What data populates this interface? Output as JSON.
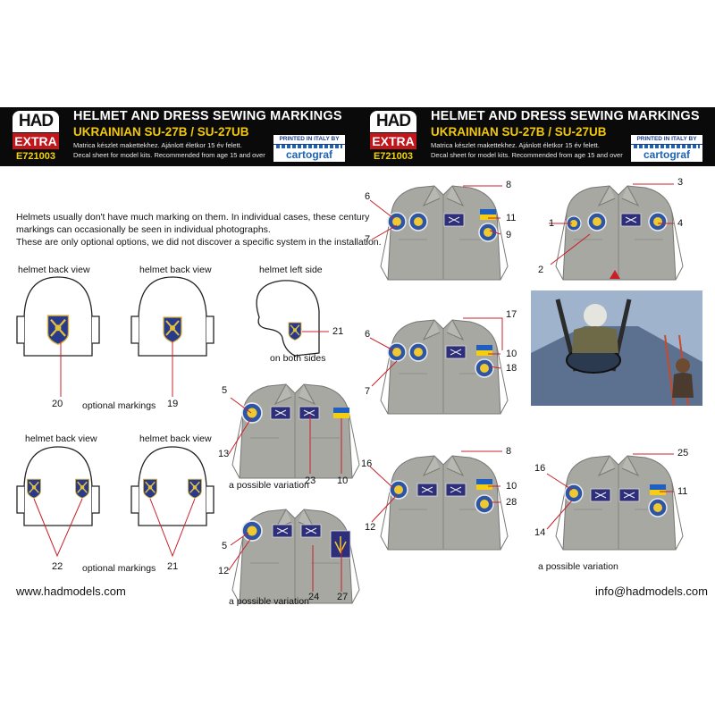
{
  "header": {
    "left": {
      "logo": {
        "brand": "HAD",
        "line": "EXTRA",
        "code": "E721003"
      },
      "title": "HELMET AND DRESS SEWING MARKINGS",
      "subtitle": "UKRAINIAN SU-27B / SU-27UB",
      "desc_hu": "Matrica készlet makettekhez. Ajánlott életkor 15 év felett.",
      "desc_en": "Decal sheet for model kits. Recommended from age 15 and over",
      "printed_by": "PRINTED IN ITALY BY",
      "printer": "cartograf"
    },
    "right": {
      "logo": {
        "brand": "HAD",
        "line": "EXTRA",
        "code": "E721003"
      },
      "title": "HELMET AND DRESS SEWING MARKINGS",
      "subtitle": "UKRAINIAN SU-27B / SU-27UB",
      "desc_hu": "Matrica készlet makettekhez. Ajánlott életkor 15 év felett.",
      "desc_en": "Decal sheet for model kits. Recommended from age 15 and over",
      "printed_by": "PRINTED IN ITALY BY",
      "printer": "cartograf"
    }
  },
  "intro": {
    "line1": "Helmets usually don't have much marking on them. In individual cases, these century",
    "line2": "markings can occasionally be seen in individual photographs.",
    "line3": "These are only optional options, we did not discover a specific system in the installation."
  },
  "helmets": {
    "back_view": "helmet back view",
    "left_side": "helmet left side",
    "both_sides": "on both sides",
    "optional_markings": "optional markings",
    "n20": "20",
    "n19": "19",
    "n21": "21",
    "n22": "22",
    "n21b": "21"
  },
  "variation": "a possible variation",
  "callouts": {
    "j1": {
      "a": "5",
      "b": "13",
      "c": "23",
      "d": "10"
    },
    "j2": {
      "a": "5",
      "b": "12",
      "c": "24",
      "d": "27"
    },
    "j3": {
      "a": "6",
      "b": "7",
      "c": "8",
      "d": "11",
      "e": "9"
    },
    "j4": {
      "a": "6",
      "b": "7",
      "c": "17",
      "d": "10",
      "e": "18"
    },
    "j5": {
      "a": "16",
      "b": "12",
      "c": "8",
      "d": "10",
      "e": "28"
    },
    "j6": {
      "a": "3",
      "b": "1",
      "c": "4",
      "d": "2"
    },
    "j7": {
      "a": "16",
      "b": "14",
      "c": "25",
      "d": "11"
    }
  },
  "footer": {
    "website": "www.hadmodels.com",
    "email": "info@hadmodels.com"
  },
  "colors": {
    "banner": "#0a0a0a",
    "title_yellow": "#f2c80c",
    "logo_red": "#c0161c",
    "callout_red": "#c8202a",
    "jacket_grey": "#a8a8a2"
  }
}
